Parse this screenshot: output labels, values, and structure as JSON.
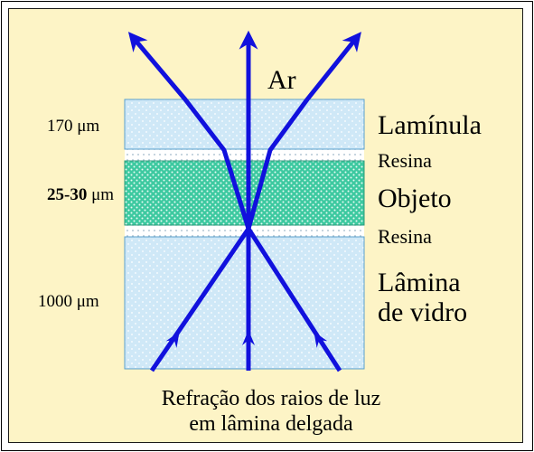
{
  "labels": {
    "ar": "Ar",
    "laminula": "Lamínula",
    "resina_top": "Resina",
    "objeto": "Objeto",
    "resina_bottom": "Resina",
    "lamina_line1": "Lâmina",
    "lamina_line2": "de vidro"
  },
  "thickness": {
    "laminula": "170 μm",
    "objeto_value": "25-30",
    "objeto_unit": " μm",
    "lamina": "1000 μm"
  },
  "caption": {
    "line1": "Refração dos raios de luz",
    "line2": "em lâmina delgada"
  },
  "colors": {
    "background": "#fdf4c6",
    "glass": "#cfe8f7",
    "object": "#3dc9a0",
    "resin": "#ffffff",
    "ray": "#1111dd"
  }
}
